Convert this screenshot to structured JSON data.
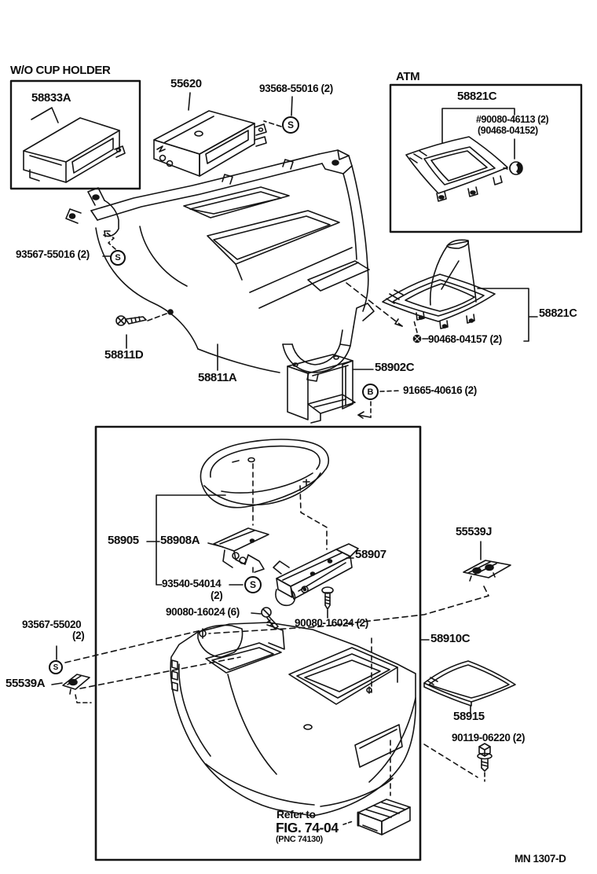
{
  "labels": {
    "wo_cup_holder_title": "W/O CUP HOLDER",
    "part_58833a": "58833A",
    "part_55620": "55620",
    "screw_93568_55016": "93568-55016 (2)",
    "atm_title": "ATM",
    "atm_part_58821c": "58821C",
    "atm_bolt_90080_46113": "#90080-46113 (2)",
    "atm_bolt_90468_04152": "(90468-04152)",
    "screw_93567_55016": "93567-55016 (2)",
    "part_58811d": "58811D",
    "part_58811a": "58811A",
    "boot_part_58821c": "58821C",
    "screw_90468_04157": "90468-04157 (2)",
    "part_58902c": "58902C",
    "bolt_91665_40616": "91665-40616 (2)",
    "part_58905": "58905",
    "part_58908a": "58908A",
    "screw_93540_54014": "93540-54014",
    "screw_93540_54014_qty": "(2)",
    "screw_90080_16024_6": "90080-16024 (6)",
    "part_58907": "58907",
    "screw_90080_16024_2": "90080-16024 (2)",
    "part_55539j": "55539J",
    "screw_93567_55020": "93567-55020",
    "screw_93567_55020_qty": "(2)",
    "part_55539a": "55539A",
    "part_58910c": "58910C",
    "part_58915": "58915",
    "bolt_90119_06220": "90119-06220 (2)",
    "refer_line1": "Refer to",
    "refer_line2": "FIG. 74-04",
    "refer_line3": "(PNC 74130)",
    "footer_code": "MN 1307-D",
    "symbol_s": "S",
    "symbol_b": "B"
  },
  "colors": {
    "line": "#141414",
    "background": "#ffffff"
  }
}
